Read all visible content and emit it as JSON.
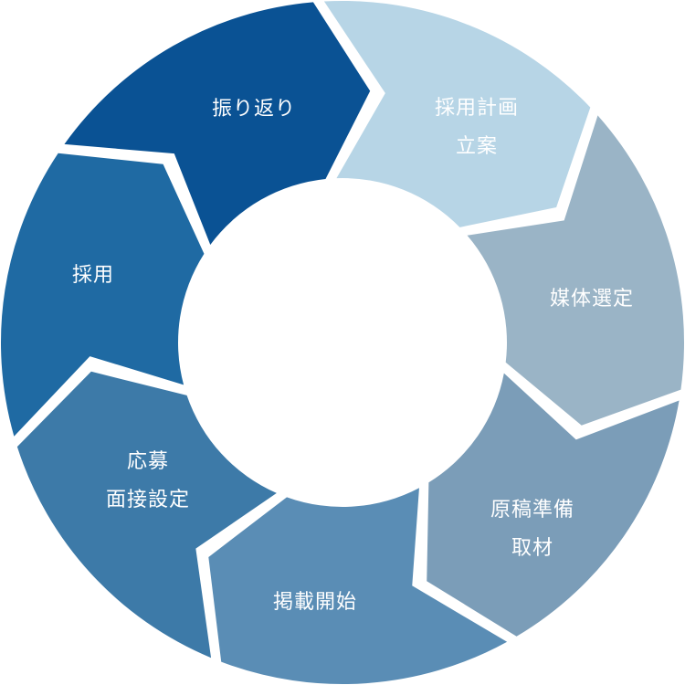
{
  "cycle": {
    "steps": [
      {
        "lines": [
          "採用計画",
          "立案"
        ],
        "color": "#b7d5e6"
      },
      {
        "lines": [
          "媒体選定"
        ],
        "color": "#9ab4c6"
      },
      {
        "lines": [
          "原稿準備",
          "取材"
        ],
        "color": "#7b9db8"
      },
      {
        "lines": [
          "掲載開始"
        ],
        "color": "#5a8db5"
      },
      {
        "lines": [
          "応募",
          "面接設定"
        ],
        "color": "#3d7aa8"
      },
      {
        "lines": [
          "採用"
        ],
        "color": "#1f6aa3"
      },
      {
        "lines": [
          "振り返り"
        ],
        "color": "#0a5294"
      }
    ]
  }
}
